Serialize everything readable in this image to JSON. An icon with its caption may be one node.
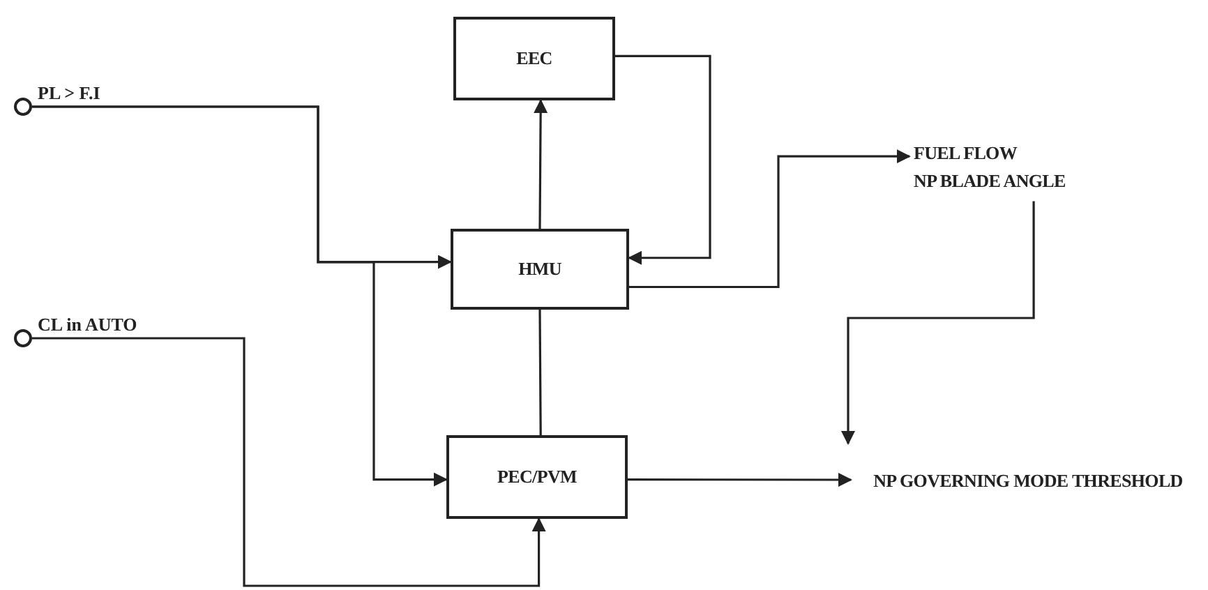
{
  "diagram": {
    "nodes": [
      {
        "text": [
          "EEC"
        ]
      },
      {
        "text": [],
        "shape": "circle",
        "beside": [
          "PL > F.I"
        ]
      },
      {
        "text": [
          "HMU"
        ]
      },
      {
        "text": [],
        "shape": "circle",
        "beside": [
          "CL in AUTO"
        ]
      },
      {
        "text": [
          "PEC/PVM"
        ]
      },
      {
        "text": [
          "FUEL FLOW",
          "NP BLADE ANGLE"
        ]
      },
      {
        "text": [
          "NP GOVERNING MODE THRESHOLD"
        ]
      }
    ],
    "edges": [
      {
        "from": 1,
        "to": 2,
        "arrow": "to"
      },
      {
        "from": 1,
        "to": 4,
        "arrow": "to"
      },
      {
        "from": 2,
        "to": 0,
        "arrow": "to"
      },
      {
        "from": 0,
        "to": 2,
        "arrow": "to"
      },
      {
        "from": 2,
        "to": 5,
        "arrow": "to"
      },
      {
        "from": 4,
        "to": 2,
        "arrow": "none"
      },
      {
        "from": 3,
        "to": 4,
        "arrow": "to"
      },
      {
        "from": 4,
        "to": 6,
        "arrow": "to"
      },
      {
        "from": 5,
        "to": 6,
        "arrow": "to"
      }
    ]
  }
}
